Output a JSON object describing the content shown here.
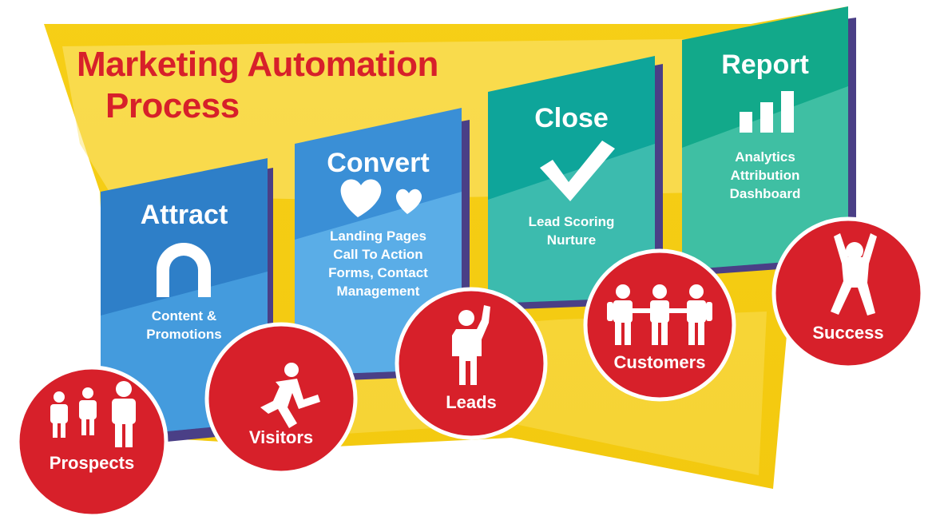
{
  "title": {
    "line1": "Marketing Automation",
    "line2": "Process"
  },
  "colors": {
    "banner": "#f7d31e",
    "banner_light": "#fbe97a",
    "attract": "#2e7fc8",
    "convert": "#3a8fd6",
    "close": "#0ea59a",
    "report": "#12a98a",
    "shadow": "#4a3f86",
    "circle": "#d7202a",
    "title": "#d7202a",
    "text": "#ffffff"
  },
  "stages": [
    {
      "id": "attract",
      "title": "Attract",
      "icon": "magnet-icon",
      "lines": [
        "Content &",
        "Promotions"
      ]
    },
    {
      "id": "convert",
      "title": "Convert",
      "icon": "hearts-icon",
      "lines": [
        "Landing Pages",
        "Call To Action",
        "Forms, Contact",
        "Management"
      ]
    },
    {
      "id": "close",
      "title": "Close",
      "icon": "checkmark-icon",
      "lines": [
        "Lead Scoring",
        "Nurture"
      ]
    },
    {
      "id": "report",
      "title": "Report",
      "icon": "bar-chart-icon",
      "lines": [
        "Analytics",
        "Attribution",
        "Dashboard"
      ]
    }
  ],
  "circles": [
    {
      "id": "prospects",
      "label": "Prospects",
      "icon": "group-people-icon"
    },
    {
      "id": "visitors",
      "label": "Visitors",
      "icon": "running-person-icon"
    },
    {
      "id": "leads",
      "label": "Leads",
      "icon": "raised-hand-person-icon"
    },
    {
      "id": "customers",
      "label": "Customers",
      "icon": "people-holding-hands-icon"
    },
    {
      "id": "success",
      "label": "Success",
      "icon": "celebrating-person-icon"
    }
  ]
}
